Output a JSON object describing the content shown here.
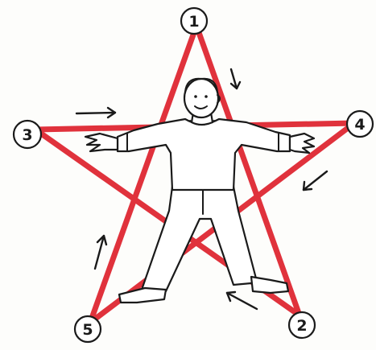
{
  "colors": {
    "line": "#e0323c",
    "ink": "#1a1a1a",
    "paper": "#fdfdfb"
  },
  "nodes": [
    {
      "label": "1"
    },
    {
      "label": "2"
    },
    {
      "label": "3"
    },
    {
      "label": "4"
    },
    {
      "label": "5"
    }
  ],
  "sequence": [
    "1",
    "2",
    "3",
    "4",
    "5",
    "1"
  ],
  "figure": "person-standing-with-arms-and-legs-spread",
  "arrows": [
    "arrow-icon",
    "arrow-icon",
    "arrow-icon",
    "arrow-icon",
    "arrow-icon"
  ]
}
